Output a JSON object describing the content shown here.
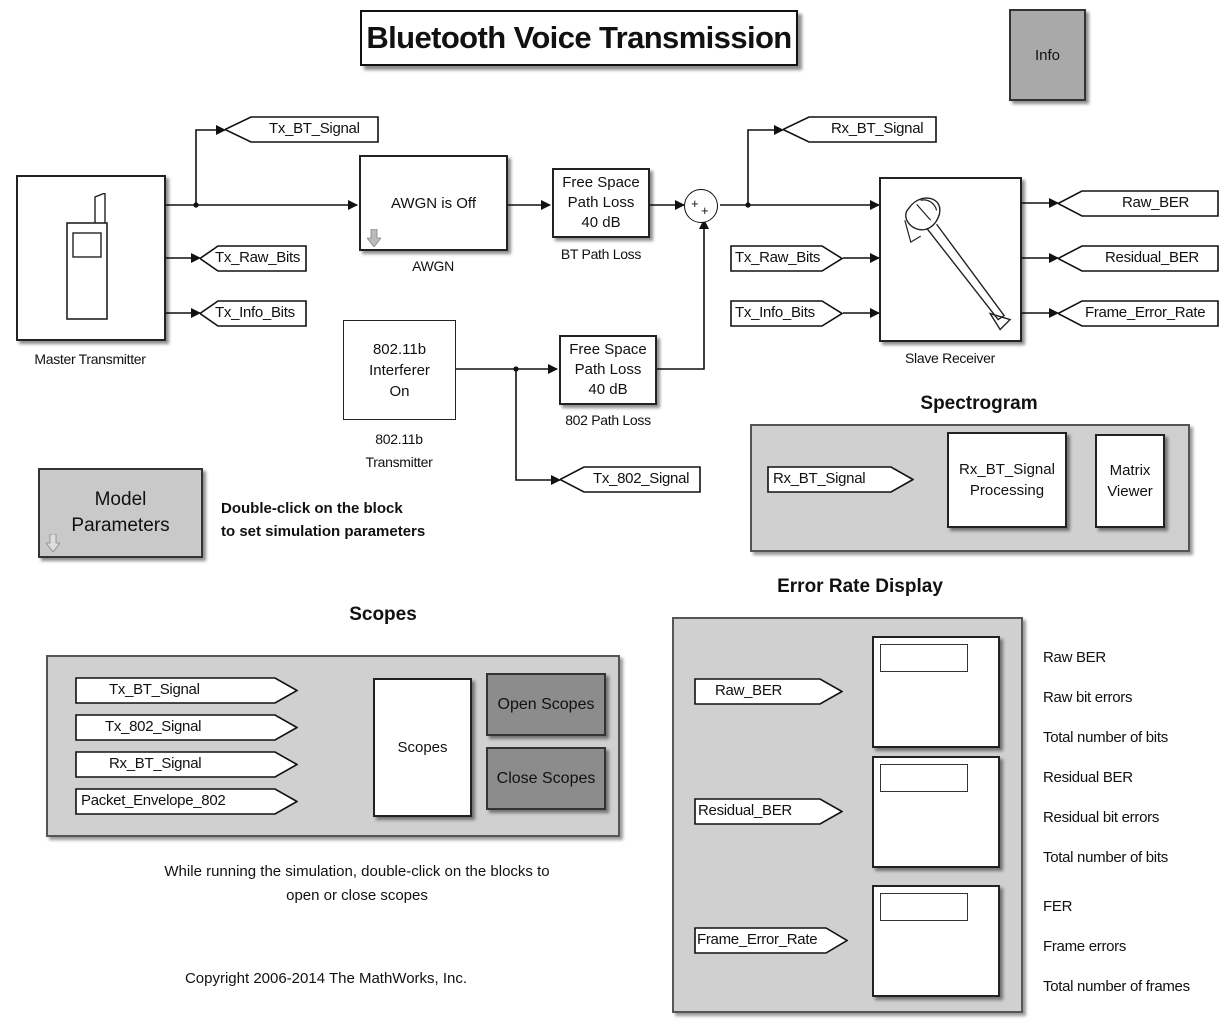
{
  "title": "Bluetooth Voice Transmission",
  "info_button": "Info",
  "blocks": {
    "master_transmitter": "Master Transmitter",
    "awgn_text": "AWGN is Off",
    "awgn_label": "AWGN",
    "bt_path_loss_text": "Free Space\nPath Loss\n40 dB",
    "bt_path_loss_label": "BT Path Loss",
    "interferer_text": "802.11b\nInterferer\nOn",
    "interferer_label": "802.11b\nTransmitter",
    "path_loss_802_text": "Free Space\nPath Loss\n40 dB",
    "path_loss_802_label": "802 Path Loss",
    "slave_receiver": "Slave Receiver",
    "sum_signs": "+ +"
  },
  "tags": {
    "tx_bt_signal": "Tx_BT_Signal",
    "tx_raw_bits_out": "Tx_Raw_Bits",
    "tx_info_bits_out": "Tx_Info_Bits",
    "rx_bt_signal": "Rx_BT_Signal",
    "tx_raw_bits_in": "Tx_Raw_Bits",
    "tx_info_bits_in": "Tx_Info_Bits",
    "raw_ber": "Raw_BER",
    "residual_ber": "Residual_BER",
    "frame_error_rate": "Frame_Error_Rate",
    "tx_802_signal": "Tx_802_Signal"
  },
  "model_parameters": {
    "button": "Model\nParameters",
    "hint": "Double-click on the block\nto set simulation parameters"
  },
  "spectrogram": {
    "heading": "Spectrogram",
    "input_tag": "Rx_BT_Signal",
    "processing": "Rx_BT_Signal\nProcessing",
    "viewer": "Matrix\nViewer"
  },
  "scopes": {
    "heading": "Scopes",
    "inputs": [
      "Tx_BT_Signal",
      "Tx_802_Signal",
      "Rx_BT_Signal",
      "Packet_Envelope_802"
    ],
    "block": "Scopes",
    "open_button": "Open Scopes",
    "close_button": "Close Scopes",
    "note": "While running the simulation, double-click on the blocks to\nopen or close  scopes",
    "copyright": "Copyright 2006-2014 The MathWorks, Inc."
  },
  "error_rate": {
    "heading": "Error Rate Display",
    "inputs": [
      "Raw_BER",
      "Residual_BER",
      "Frame_Error_Rate"
    ],
    "labels": [
      "Raw BER",
      "Raw bit errors",
      "Total number of bits",
      "Residual BER",
      "Residual bit errors",
      "Total number of bits",
      "FER",
      "Frame errors",
      "Total number of frames"
    ]
  }
}
